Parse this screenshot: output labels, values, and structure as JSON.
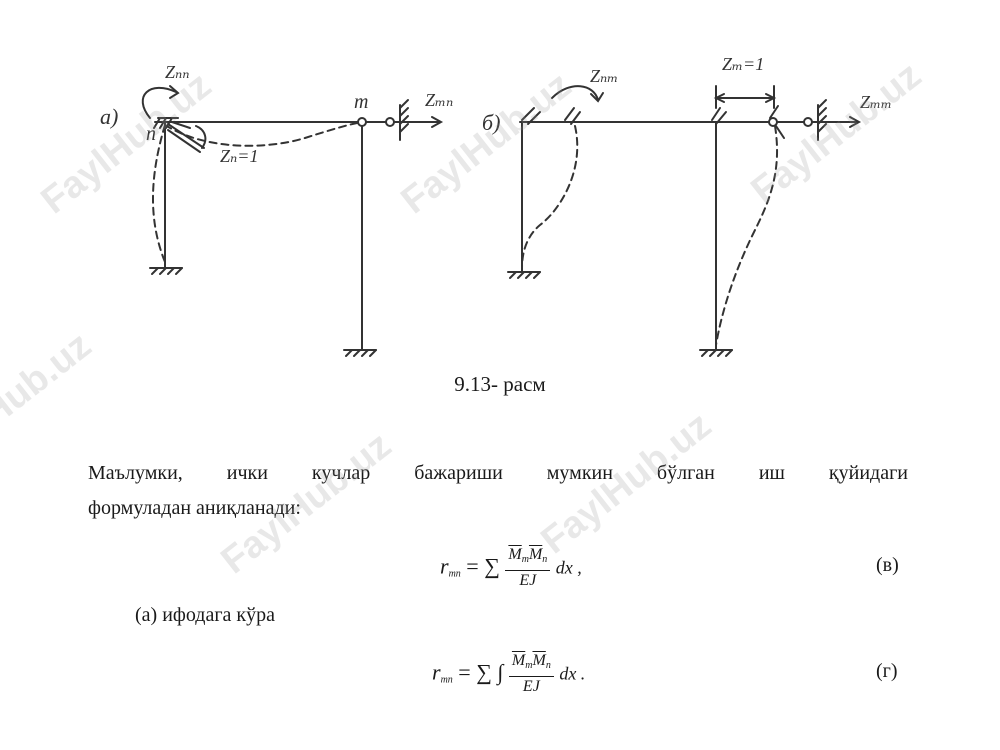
{
  "figure": {
    "a_label": "а)",
    "b_label": "б)",
    "a_node_n": "n",
    "a_node_m": "m",
    "a_z_nn": "Zₙₙ",
    "a_z_mn": "Zₘₙ",
    "a_z_n_unit": "Zₙ=1",
    "b_z_nm": "Zₙₘ",
    "b_z_m_unit": "Zₘ=1",
    "b_z_mm": "Zₘₘ"
  },
  "caption": "9.13- расм",
  "paragraph": {
    "line1": "Маълумки, ички кучлар бажариши мумкин бўлган иш қуйидаги",
    "line2": "формуладан аниқланади:"
  },
  "equation_v": {
    "lhs": "r",
    "lhs_sub": "mn",
    "equals_sum": "= ∑",
    "num_m": "M",
    "num_m_sub": "m",
    "num_n": "M",
    "num_n_sub": "n",
    "den": "EJ",
    "tail": "dx ,",
    "label": "(в)"
  },
  "text_a": "(а) ифодага кўра",
  "equation_g": {
    "lhs": "r",
    "lhs_sub": "mn",
    "equals_sum": "= ∑ ∫",
    "num_m": "M",
    "num_m_sub": "m",
    "num_n": "M",
    "num_n_sub": "n",
    "den": "EJ",
    "tail": "dx .",
    "label": "(г)"
  },
  "watermark": "FaylHub.uz"
}
